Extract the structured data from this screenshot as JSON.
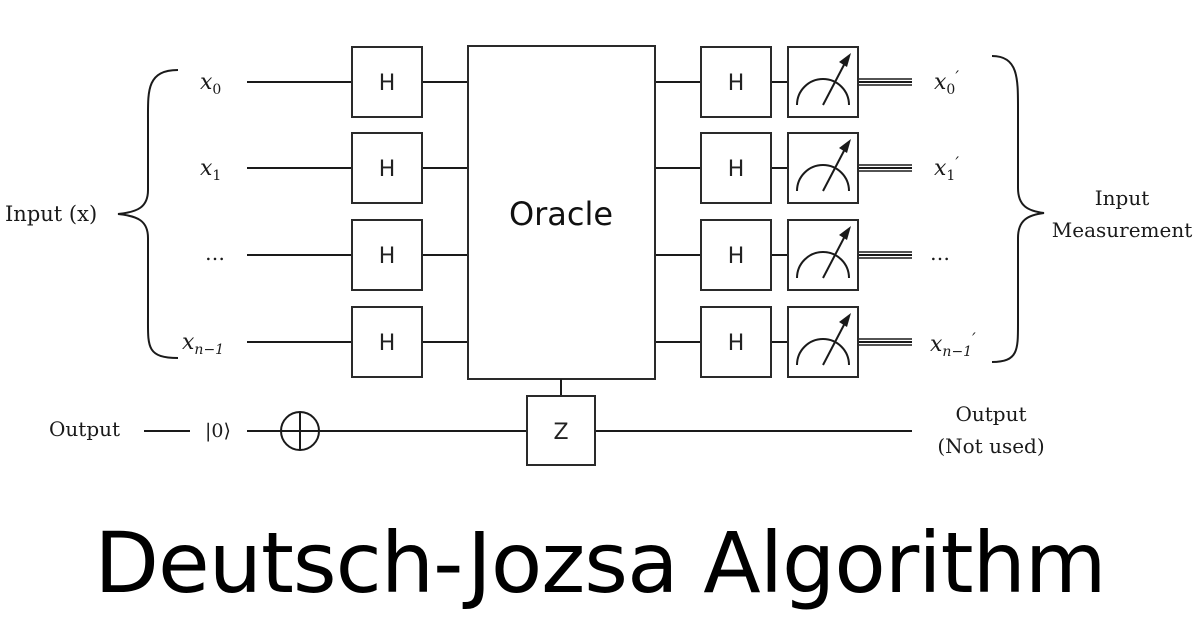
{
  "title": "Deutsch-Jozsa Algorithm",
  "diagram": {
    "gate_label": "H",
    "oracle_label": "Oracle",
    "z_gate_label": "Z",
    "input_group_label": "Input (x)",
    "input_qubits": [
      {
        "base": "x",
        "sub": "0"
      },
      {
        "base": "x",
        "sub": "1"
      },
      {
        "base": "…",
        "sub": ""
      },
      {
        "base": "x",
        "sub": "n−1"
      }
    ],
    "output_qubits": [
      {
        "base": "x",
        "sub": "0",
        "prime": "′"
      },
      {
        "base": "x",
        "sub": "1",
        "prime": "′"
      },
      {
        "base": "…",
        "sub": "",
        "prime": ""
      },
      {
        "base": "x",
        "sub": "n−1",
        "prime": "′"
      }
    ],
    "measurement_label_line1": "Input",
    "measurement_label_line2": "Measurement",
    "output_left_label": "Output",
    "ket_zero": "|0⟩",
    "output_right_line1": "Output",
    "output_right_line2": "(Not used)"
  }
}
